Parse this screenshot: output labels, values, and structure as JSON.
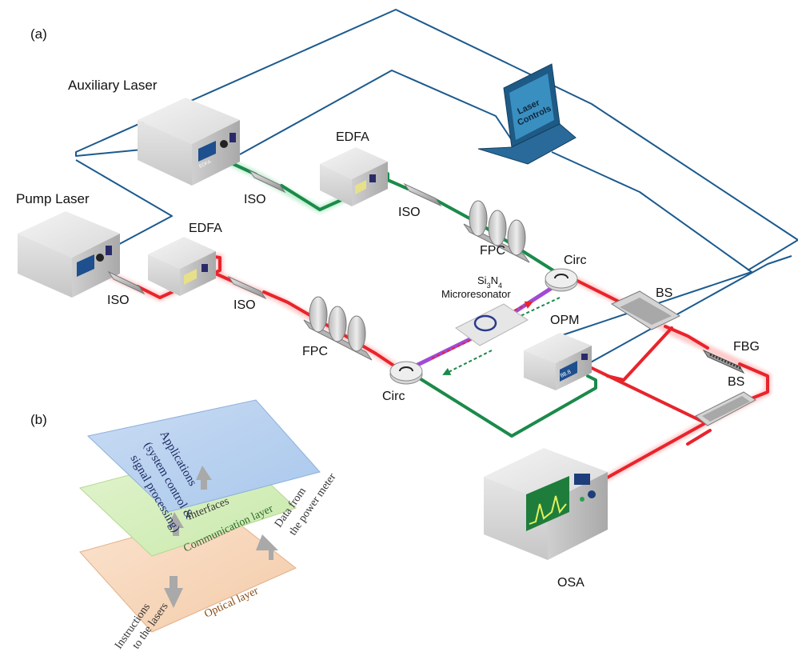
{
  "panel_a": {
    "tag": "(a)",
    "labels": {
      "auxiliary_laser": "Auxiliary Laser",
      "pump_laser": "Pump Laser",
      "edfa_top": "EDFA",
      "edfa_bottom": "EDFA",
      "iso_1": "ISO",
      "iso_2": "ISO",
      "iso_3": "ISO",
      "iso_4": "ISO",
      "fpc_top": "FPC",
      "fpc_bottom": "FPC",
      "circ_top": "Circ",
      "circ_bottom": "Circ",
      "microresonator_line1": "Si3N4",
      "microresonator_line2": "Microresonator",
      "opm": "OPM",
      "bs_top": "BS",
      "bs_bottom": "BS",
      "fbg": "FBG",
      "osa": "OSA",
      "laptop_line1": "Laser",
      "laptop_line2": "Controls",
      "edfa_panel": "EDFA",
      "opm_readout": "88.8"
    },
    "colors": {
      "pump_fiber": "#e8242c",
      "aux_fiber": "#1b8a4a",
      "resonator_fiber": "#a24ad6",
      "control_cable": "#1c5a8e"
    }
  },
  "panel_b": {
    "tag": "(b)",
    "layers": {
      "applications_line1": "Applications",
      "applications_line2": "(system control &",
      "applications_line3": "signal processing)",
      "interfaces": "Interfaces",
      "communication": "Communication layer",
      "optical": "Optical layer"
    },
    "annotations": {
      "data_line1": "Data from",
      "data_line2": "the power meter",
      "instr_line1": "Instructions",
      "instr_line2": "to the lasers"
    }
  }
}
